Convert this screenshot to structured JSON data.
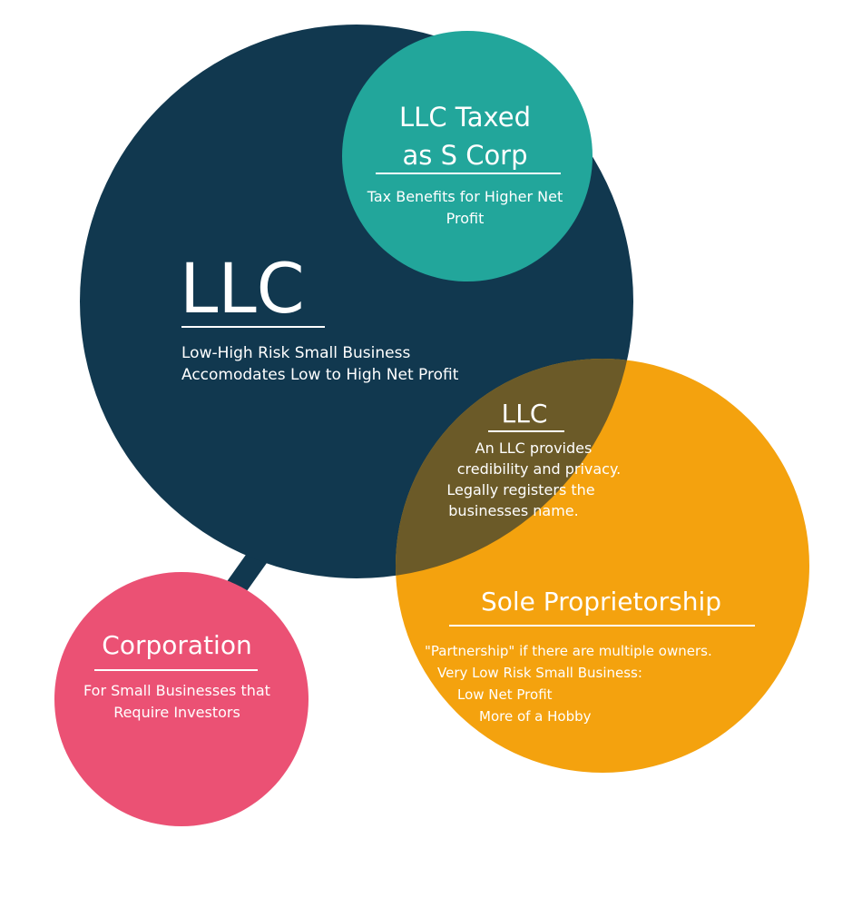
{
  "colors": {
    "llc_navy": "#11384f",
    "scorp_teal": "#22a69b",
    "sole_orange": "#f4a20e",
    "overlap_olive": "#6b5a28",
    "corp_pink": "#eb5174",
    "text": "#ffffff"
  },
  "llc_s_corp": {
    "title_line1": "LLC Taxed",
    "title_line2": "as S Corp",
    "desc_line1": "Tax Benefits for Higher Net",
    "desc_line2": "Profit"
  },
  "llc": {
    "title": "LLC",
    "desc_line1": "Low-High Risk Small Business",
    "desc_line2": "Accomodates Low to High Net Profit"
  },
  "overlap": {
    "title": "LLC",
    "lines": [
      "An LLC provides",
      "credibility and privacy.",
      "Legally registers the",
      "businesses name."
    ]
  },
  "sole_proprietorship": {
    "title": "Sole Proprietorship",
    "lines": [
      "\"Partnership\" if there are multiple owners.",
      "Very Low Risk Small Business:",
      "Low Net Profit",
      "More of a Hobby"
    ]
  },
  "corporation": {
    "title": "Corporation",
    "desc_line1": "For Small Businesses that",
    "desc_line2": "Require Investors"
  }
}
